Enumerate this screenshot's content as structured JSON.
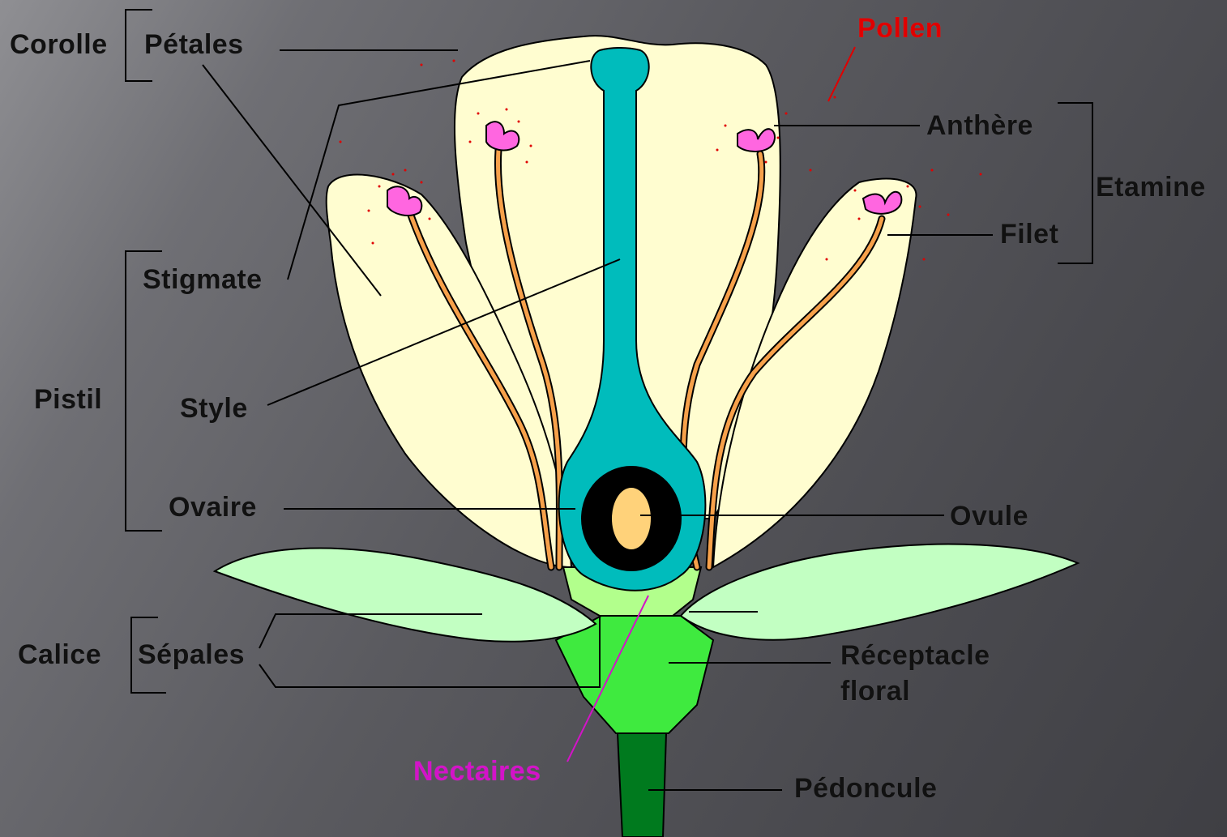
{
  "labels": {
    "corolle": "Corolle",
    "petales": "Pétales",
    "pollen": "Pollen",
    "anthere": "Anthère",
    "etamine": "Etamine",
    "filet": "Filet",
    "stigmate": "Stigmate",
    "pistil": "Pistil",
    "style": "Style",
    "ovaire": "Ovaire",
    "ovule": "Ovule",
    "calice": "Calice",
    "sepales": "Sépales",
    "receptacle_line1": "Réceptacle",
    "receptacle_line2": "floral",
    "nectaires": "Nectaires",
    "pedoncule": "Pédoncule"
  },
  "colors": {
    "petal": "#fffdd0",
    "pistil": "#00bcbc",
    "ovary_wall": "#000000",
    "ovule": "#ffd27a",
    "stamen_filament": "#f7a14a",
    "anther": "#ff66e0",
    "pollen": "#e00000",
    "sepal": "#c2ffc2",
    "receptacle": "#3fea3f",
    "peduncle": "#007a1e",
    "nectaries": "#b2ff8c",
    "nectaires_label": "#d313c8",
    "pollen_label": "#e00000"
  }
}
